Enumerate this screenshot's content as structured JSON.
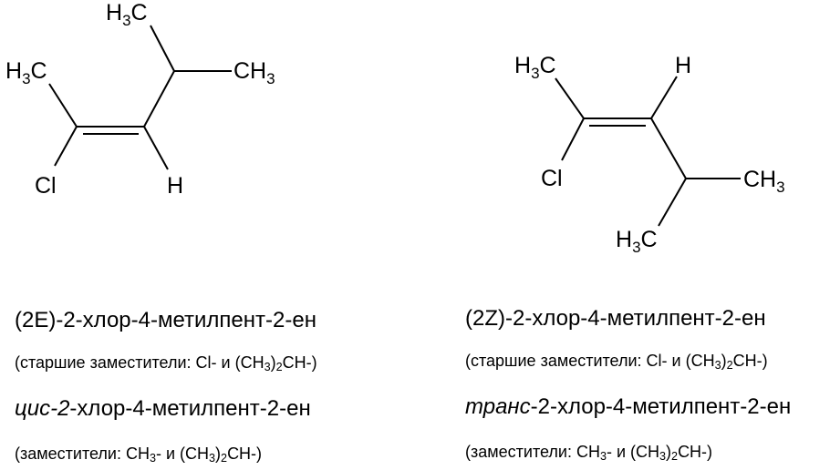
{
  "molecule_left": {
    "labels": {
      "methyl_top": [
        "H",
        "3",
        "C"
      ],
      "methyl_left": [
        "H",
        "3",
        "C"
      ],
      "methyl_right": [
        "CH",
        "3"
      ],
      "chloro": "Cl",
      "hydrogen": "H"
    }
  },
  "molecule_right": {
    "labels": {
      "methyl_top": [
        "H",
        "3",
        "C"
      ],
      "hydrogen": "H",
      "chloro": "Cl",
      "methyl_right": [
        "CH",
        "3"
      ],
      "methyl_bottom": [
        "H",
        "3",
        "C"
      ]
    }
  },
  "captions": {
    "left": {
      "name_ez": "(2E)-2-хлор-4-метилпент-2-ен",
      "note_ez": {
        "prefix": "(старшие заместители: Cl- и (CH",
        "sub1": "3",
        "mid": ")",
        "sub2": "2",
        "suffix": "CH-)"
      },
      "name_ct": {
        "prefix": "цис-2",
        "rest": "-хлор-4-метилпент-2-ен"
      },
      "note_ct": {
        "prefix": "(заместители: CH",
        "sub1": "3",
        "mid": "- и (CH",
        "sub2": "3",
        "mid2": ")",
        "sub3": "2",
        "suffix": "CH-)"
      }
    },
    "right": {
      "name_ez": "(2Z)-2-хлор-4-метилпент-2-ен",
      "note_ez": {
        "prefix": "(старшие заместители: Cl- и (CH",
        "sub1": "3",
        "mid": ")",
        "sub2": "2",
        "suffix": "CH-)"
      },
      "name_ct": {
        "prefix": "транс",
        "rest": "-2-хлор-4-метилпент-2-ен"
      },
      "note_ct": {
        "prefix": "(заместители: CH",
        "sub1": "3",
        "mid": "- и (CH",
        "sub2": "3",
        "mid2": ")",
        "sub3": "2",
        "suffix": "CH-)"
      }
    }
  }
}
